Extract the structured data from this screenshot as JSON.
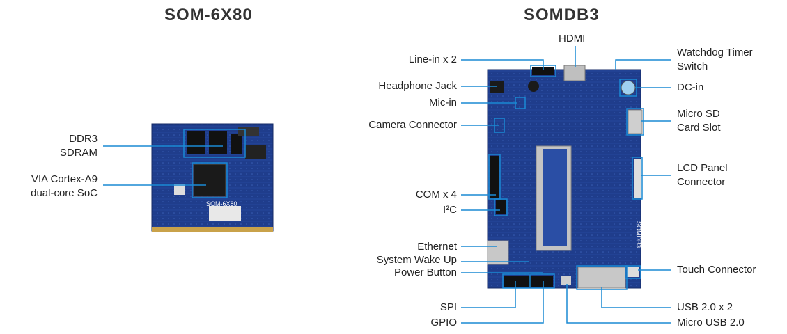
{
  "som": {
    "title": "SOM-6X80",
    "board_silk": "SOM-6X80",
    "labels": {
      "ddr3": [
        "DDR3",
        "SDRAM"
      ],
      "soc": [
        "VIA Cortex-A9",
        "dual-core SoC"
      ]
    }
  },
  "somdb3": {
    "title": "SOMDB3",
    "board_silk": "SOMDB3",
    "labels": {
      "hdmi": "HDMI",
      "line_in": "Line-in x 2",
      "headphone": "Headphone Jack",
      "mic_in": "Mic-in",
      "camera": "Camera Connector",
      "com": "COM x 4",
      "i2c": "I²C",
      "ethernet": "Ethernet",
      "wake": "System Wake Up",
      "power": "Power Button",
      "spi": "SPI",
      "gpio": "GPIO",
      "watchdog": [
        "Watchdog Timer",
        "Switch"
      ],
      "dc_in": "DC-in",
      "microsd": [
        "Micro SD",
        "Card Slot"
      ],
      "lcd": [
        "LCD Panel",
        "Connector"
      ],
      "touch": "Touch Connector",
      "usb2": "USB 2.0 x 2",
      "micro_usb": "Micro USB 2.0"
    }
  },
  "colors": {
    "callout": "#1a8ad4",
    "pcb": "#1f3d8c",
    "pcb_dark": "#142a66",
    "gold": "#c9a24a"
  }
}
